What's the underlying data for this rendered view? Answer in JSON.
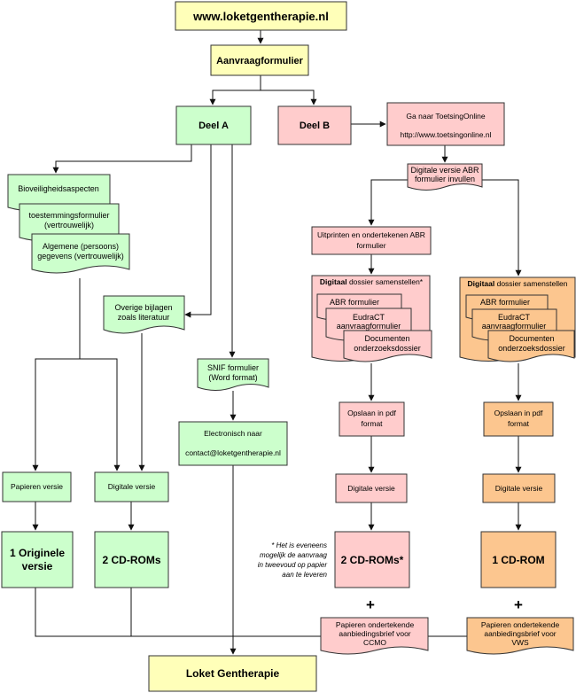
{
  "colors": {
    "yellow": "#ffffb9",
    "green": "#ccffcc",
    "pink": "#ffcccc",
    "orange": "#fcc68f",
    "stroke": "#333333",
    "line": "#111111"
  },
  "nodes": {
    "website": "www.loketgentherapie.nl",
    "aanvraagformulier": "Aanvraagformulier",
    "deel_a": "Deel A",
    "deel_b": "Deel B",
    "toetsing": {
      "line1": "Ga naar ToetsingOnline",
      "line2": "http://www.toetsingonline.nl"
    },
    "abr_digital": {
      "line1": "Digitale versie ABR",
      "line2": "formulier invullen"
    },
    "bioveiligheid": "Bioveiligheidsaspecten",
    "toestemming": {
      "line1": "toestemmingsformulier",
      "line2": "(vertrouwelijk)"
    },
    "algemene": {
      "line1": "Algemene (persoons)",
      "line2": "gegevens (vertrouwelijk)"
    },
    "overige": {
      "line1": "Overige bijlagen",
      "line2": "zoals literatuur"
    },
    "snif": {
      "line1": "SNIF formulier",
      "line2": "(Word format)"
    },
    "electronisch": {
      "line1": "Electronisch naar",
      "line2": "contact@loketgentherapie.nl"
    },
    "uitprinten": {
      "line1": "Uitprinten en ondertekenen ABR",
      "line2": "formulier"
    },
    "dossier_pink": {
      "bold": "Digitaal",
      "rest": " dossier samenstellen*"
    },
    "dossier_orange": {
      "bold": "Digitaal",
      "rest": " dossier samenstellen"
    },
    "abr_formulier": "ABR formulier",
    "eudract": {
      "line1": "EudraCT",
      "line2": "aanvraagformulier"
    },
    "documenten": {
      "line1": "Documenten",
      "line2": "onderzoeksdossier"
    },
    "opslaan": {
      "line1": "Opslaan in pdf",
      "line2": "format"
    },
    "papieren_versie": "Papieren versie",
    "digitale_versie": "Digitale versie",
    "originele": {
      "line1": "1 Originele",
      "line2": "versie"
    },
    "cdroms_2": "2 CD-ROMs",
    "cdroms_2_star": "2 CD-ROMs*",
    "cdrom_1": "1 CD-ROM",
    "plus": "+",
    "brief_ccmo": {
      "line1": "Papieren ondertekende",
      "line2": "aanbiedingsbrief voor",
      "line3": "CCMO"
    },
    "brief_vws": {
      "line1": "Papieren ondertekende",
      "line2": "aanbiedingsbrief voor",
      "line3": "VWS"
    },
    "loket": "Loket Gentherapie"
  },
  "note": {
    "line1": "* Het is eveneens",
    "line2": "mogelijk de aanvraag",
    "line3": "in tweevoud op papier",
    "line4": "aan te leveren"
  }
}
